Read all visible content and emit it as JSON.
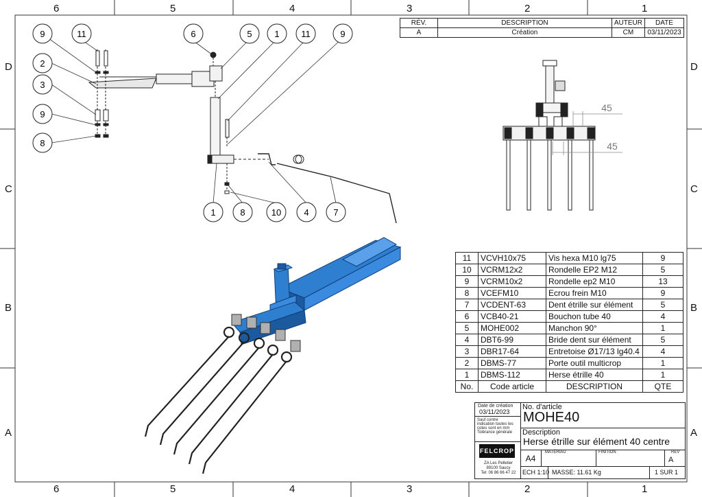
{
  "zones": {
    "columns": [
      "6",
      "5",
      "4",
      "3",
      "2",
      "1"
    ],
    "rows": [
      "D",
      "C",
      "B",
      "A"
    ]
  },
  "revision_table": {
    "headers": {
      "rev": "RÉV.",
      "description": "DESCRIPTION",
      "author": "AUTEUR",
      "date": "DATE"
    },
    "row": {
      "rev": "A",
      "description": "Création",
      "author": "CM",
      "date": "03/11/2023"
    }
  },
  "balloons": {
    "top": [
      "9",
      "11",
      "6",
      "5",
      "1",
      "11",
      "9"
    ],
    "left": [
      "2",
      "3",
      "9",
      "8"
    ],
    "bottom": [
      "1",
      "8",
      "10",
      "4",
      "7"
    ]
  },
  "dimensions": {
    "spacing_upper": "45",
    "spacing_lower": "45"
  },
  "bom": {
    "header": {
      "no": "No.",
      "code": "Code article",
      "description": "DESCRIPTION",
      "qty": "QTE"
    },
    "rows": [
      {
        "no": "11",
        "code": "VCVH10x75",
        "description": "Vis hexa M10 lg75",
        "qty": "9"
      },
      {
        "no": "10",
        "code": "VCRM12x2",
        "description": "Rondelle EP2 M12",
        "qty": "5"
      },
      {
        "no": "9",
        "code": "VCRM10x2",
        "description": "Rondelle ep2 M10",
        "qty": "13"
      },
      {
        "no": "8",
        "code": "VCEFM10",
        "description": "Ecrou frein M10",
        "qty": "9"
      },
      {
        "no": "7",
        "code": "VCDENT-63",
        "description": "Dent étrille sur élément",
        "qty": "5"
      },
      {
        "no": "6",
        "code": "VCB40-21",
        "description": "Bouchon tube 40",
        "qty": "4"
      },
      {
        "no": "5",
        "code": "MOHE002",
        "description": "Manchon 90°",
        "qty": "1"
      },
      {
        "no": "4",
        "code": "DBT6-99",
        "description": "Bride dent sur élément",
        "qty": "5"
      },
      {
        "no": "3",
        "code": "DBR17-64",
        "description": "Entretoise Ø17/13 lg40.4",
        "qty": "4"
      },
      {
        "no": "2",
        "code": "DBMS-77",
        "description": "Porte outil multicrop",
        "qty": "1"
      },
      {
        "no": "1",
        "code": "DBMS-112",
        "description": "Herse étrille 40",
        "qty": "1"
      }
    ]
  },
  "title_block": {
    "date_label": "Date de création",
    "date_value": "03/11/2023",
    "notes": [
      "Sauf contre",
      "indication toutes les",
      "cotes sont en mm",
      "Tolérance générale"
    ],
    "article_label": "No. d'article",
    "article_value": "MOHE40",
    "description_label": "Description",
    "description_value": "Herse étrille sur élément 40 centre",
    "logo_text": "FELCROP",
    "address": [
      "ZA Les Pelletier",
      "89100 Saucy",
      "Tel: 06 86 66 47 22"
    ],
    "format": "A4",
    "material_label": "MATÉRIAU",
    "finish_label": "FINITION",
    "rev_label": "REV",
    "rev_value": "A",
    "scale": "ECH 1:10",
    "mass": "MASSE: 11.61 Kg",
    "sheet": "1 SUR 1"
  },
  "colors": {
    "part_blue": "#2f7fd0",
    "part_blue_dark": "#1c5aa0",
    "line": "#222222",
    "dim": "#8a8a8a"
  }
}
